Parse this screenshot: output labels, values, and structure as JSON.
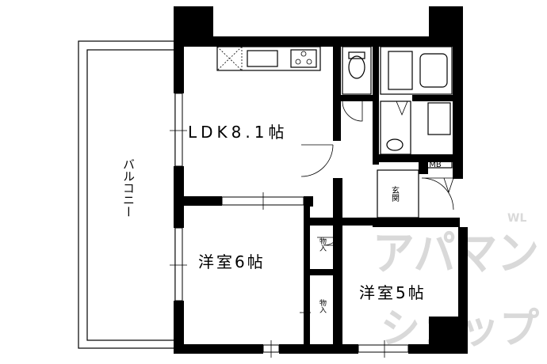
{
  "plan": {
    "balcony": "バルコニー",
    "ldk": "LDK8.1帖",
    "room6": "洋室6帖",
    "room5": "洋室5帖",
    "closet1": "物入",
    "closet2": "物入",
    "entrance": "玄関",
    "mb": "MB"
  },
  "watermark": {
    "brand_line1": "アパマン",
    "brand_line2": "ショップ",
    "mark": "WL"
  }
}
